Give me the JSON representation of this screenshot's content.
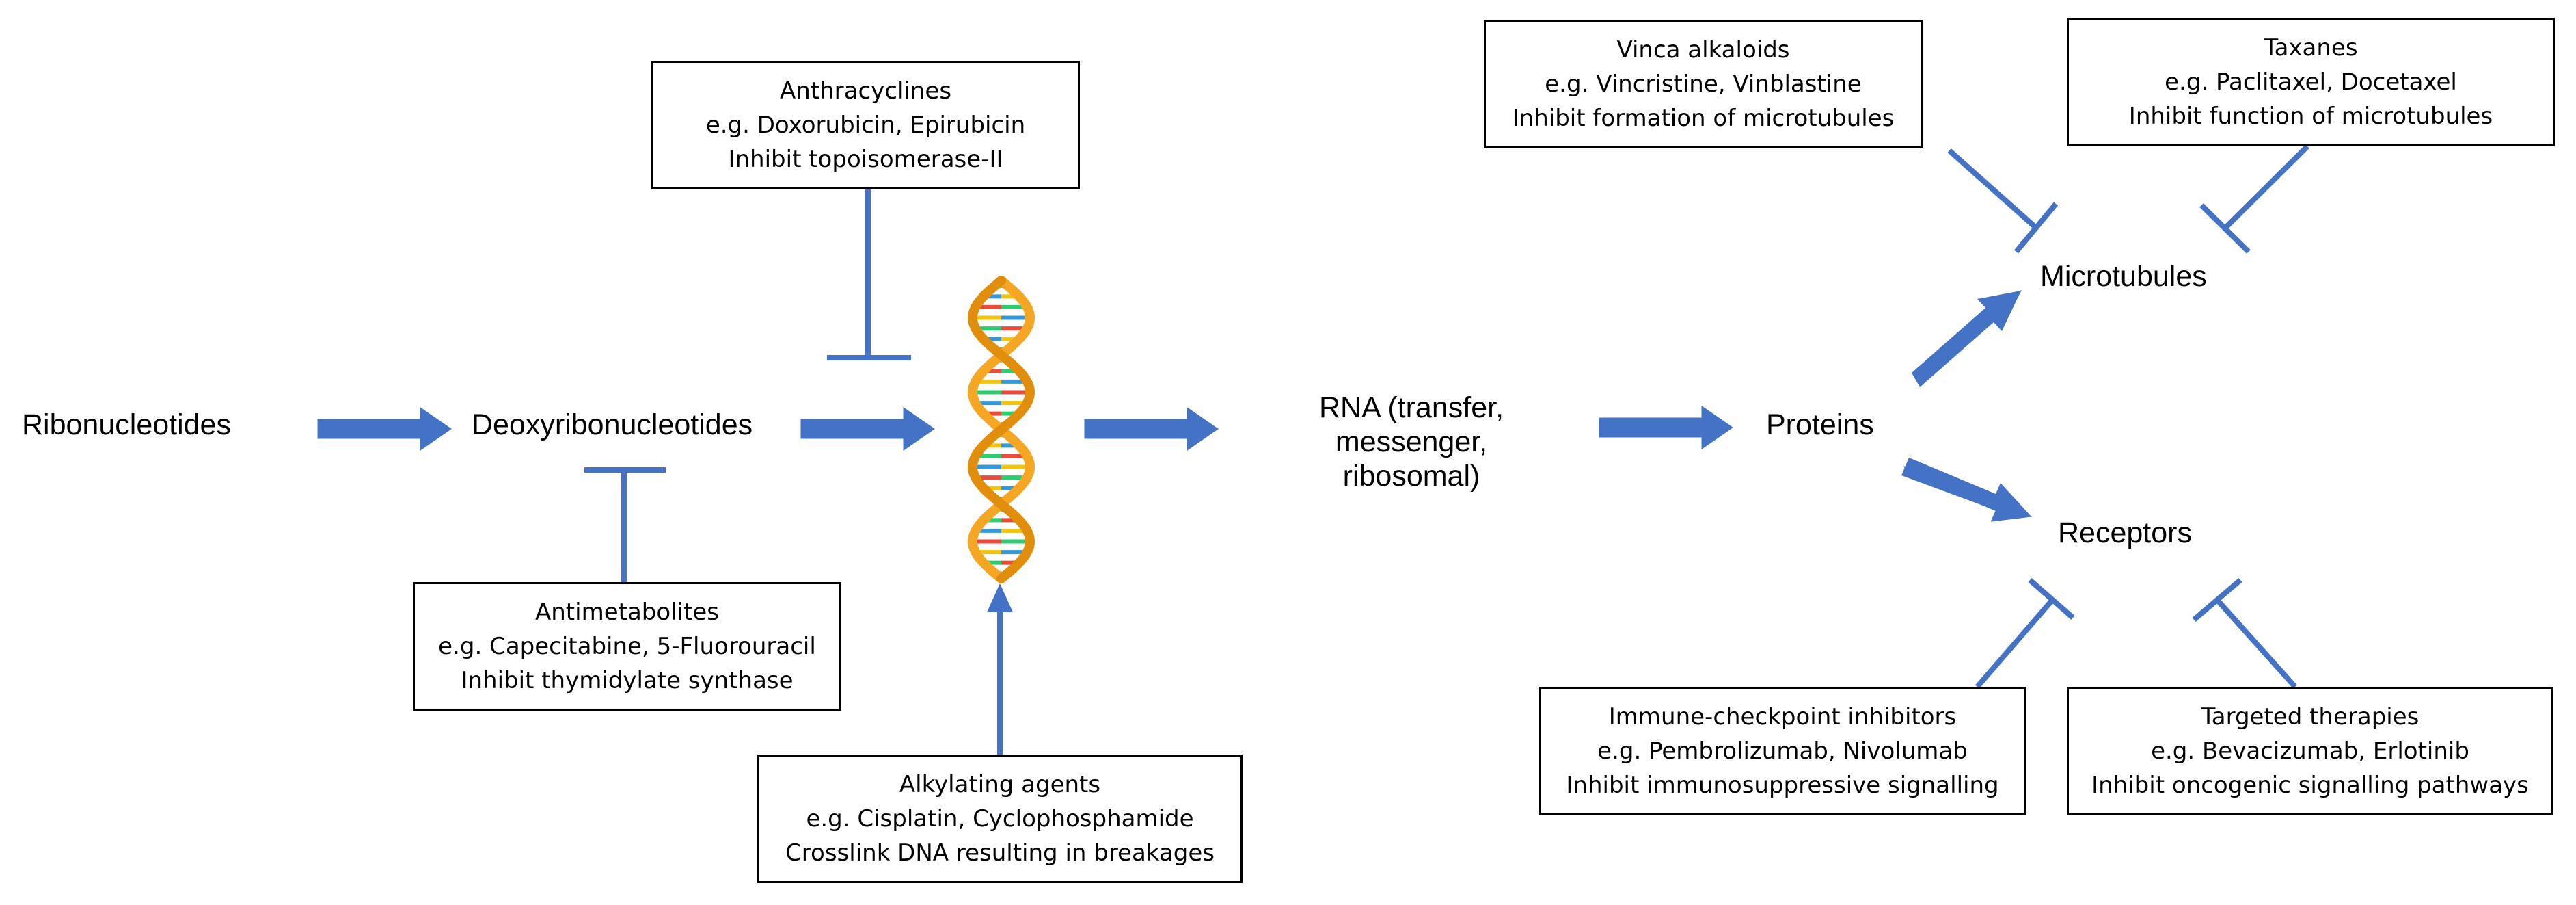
{
  "colors": {
    "arrow": "#4472C4",
    "box_border": "#000000",
    "text": "#000000",
    "dna_backbone": "#F5A623",
    "dna_rungs": [
      "#E74C3C",
      "#F1C40F",
      "#2ECC71",
      "#3498DB"
    ]
  },
  "pathway": {
    "ribonucleotides": "Ribonucleotides",
    "deoxyribonucleotides": "Deoxyribonucleotides",
    "dna_icon": "dna-double-helix-icon",
    "rna_lines": [
      "RNA (transfer,",
      "messenger,",
      "ribosomal)"
    ],
    "proteins": "Proteins",
    "microtubules": "Microtubules",
    "receptors": "Receptors"
  },
  "drug_classes": {
    "anthracyclines": {
      "name": "Anthracyclines",
      "examples": "e.g. Doxorubicin, Epirubicin",
      "action": "Inhibit topoisomerase-II"
    },
    "antimetabolites": {
      "name": "Antimetabolites",
      "examples": "e.g. Capecitabine, 5-Fluorouracil",
      "action": "Inhibit thymidylate synthase"
    },
    "alkylating_agents": {
      "name": "Alkylating agents",
      "examples": "e.g. Cisplatin, Cyclophosphamide",
      "action": "Crosslink DNA resulting in breakages"
    },
    "vinca_alkaloids": {
      "name": "Vinca alkaloids",
      "examples": "e.g. Vincristine, Vinblastine",
      "action": "Inhibit formation of microtubules"
    },
    "taxanes": {
      "name": "Taxanes",
      "examples": "e.g. Paclitaxel, Docetaxel",
      "action": "Inhibit function of microtubules"
    },
    "immune_checkpoint_inhibitors": {
      "name": "Immune-checkpoint inhibitors",
      "examples": "e.g. Pembrolizumab, Nivolumab",
      "action": "Inhibit immunosuppressive signalling"
    },
    "targeted_therapies": {
      "name": "Targeted therapies",
      "examples": "e.g. Bevacizumab, Erlotinib",
      "action": "Inhibit oncogenic signalling pathways"
    }
  }
}
